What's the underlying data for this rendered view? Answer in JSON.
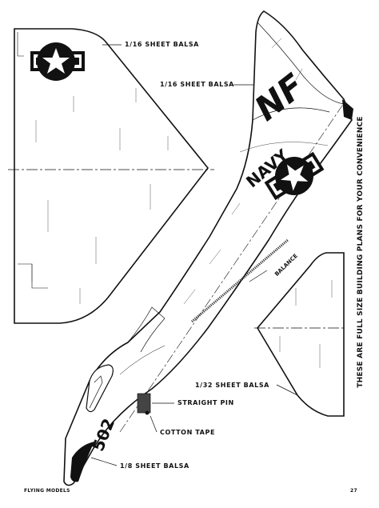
{
  "labels": {
    "sheet_wing_left": "1/16 SHEET BALSA",
    "sheet_fin": "1/16 SHEET BALSA",
    "balance": "BALANCE",
    "sheet_wing_right": "1/32 SHEET BALSA",
    "straight_pin": "STRAIGHT PIN",
    "cotton_tape": "COTTON TAPE",
    "sheet_nose": "1/8 SHEET BALSA"
  },
  "markings": {
    "tail_code": "NF",
    "service": "NAVY",
    "number": "502"
  },
  "side_note": "THESE ARE FULL SIZE BUILDING PLANS FOR YOUR CONVENIENCE",
  "footer": {
    "publication": "FLYING MODELS",
    "page_number": "27"
  }
}
